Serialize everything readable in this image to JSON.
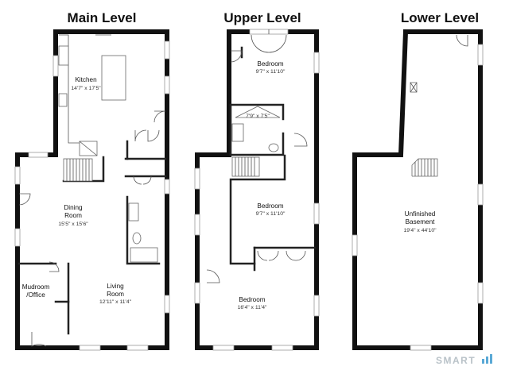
{
  "levels": [
    {
      "title": "Main Level"
    },
    {
      "title": "Upper Level"
    },
    {
      "title": "Lower Level"
    }
  ],
  "rooms": {
    "kitchen": {
      "name": "Kitchen",
      "dims": "14'7\" x 17'5\""
    },
    "dining": {
      "name": "Dining",
      "name2": "Room",
      "dims": "15'5\" x 15'6\""
    },
    "mudroom": {
      "name": "Mudroom",
      "name2": "/Office"
    },
    "living": {
      "name": "Living",
      "name2": "Room",
      "dims": "12'11\" x 11'4\""
    },
    "upper_bed1": {
      "name": "Bedroom",
      "dims": "9'7\" x 11'10\""
    },
    "upper_bath": {
      "dims": "7'9\" x 7'5\""
    },
    "upper_bed2": {
      "name": "Bedroom",
      "dims": "9'7\" x 11'10\""
    },
    "upper_bed3": {
      "name": "Bedroom",
      "dims": "16'4\" x 11'4\""
    },
    "basement": {
      "name": "Unfinished",
      "name2": "Basement",
      "dims": "19'4\" x 44'10\""
    }
  },
  "brand": {
    "text": "SMART"
  }
}
